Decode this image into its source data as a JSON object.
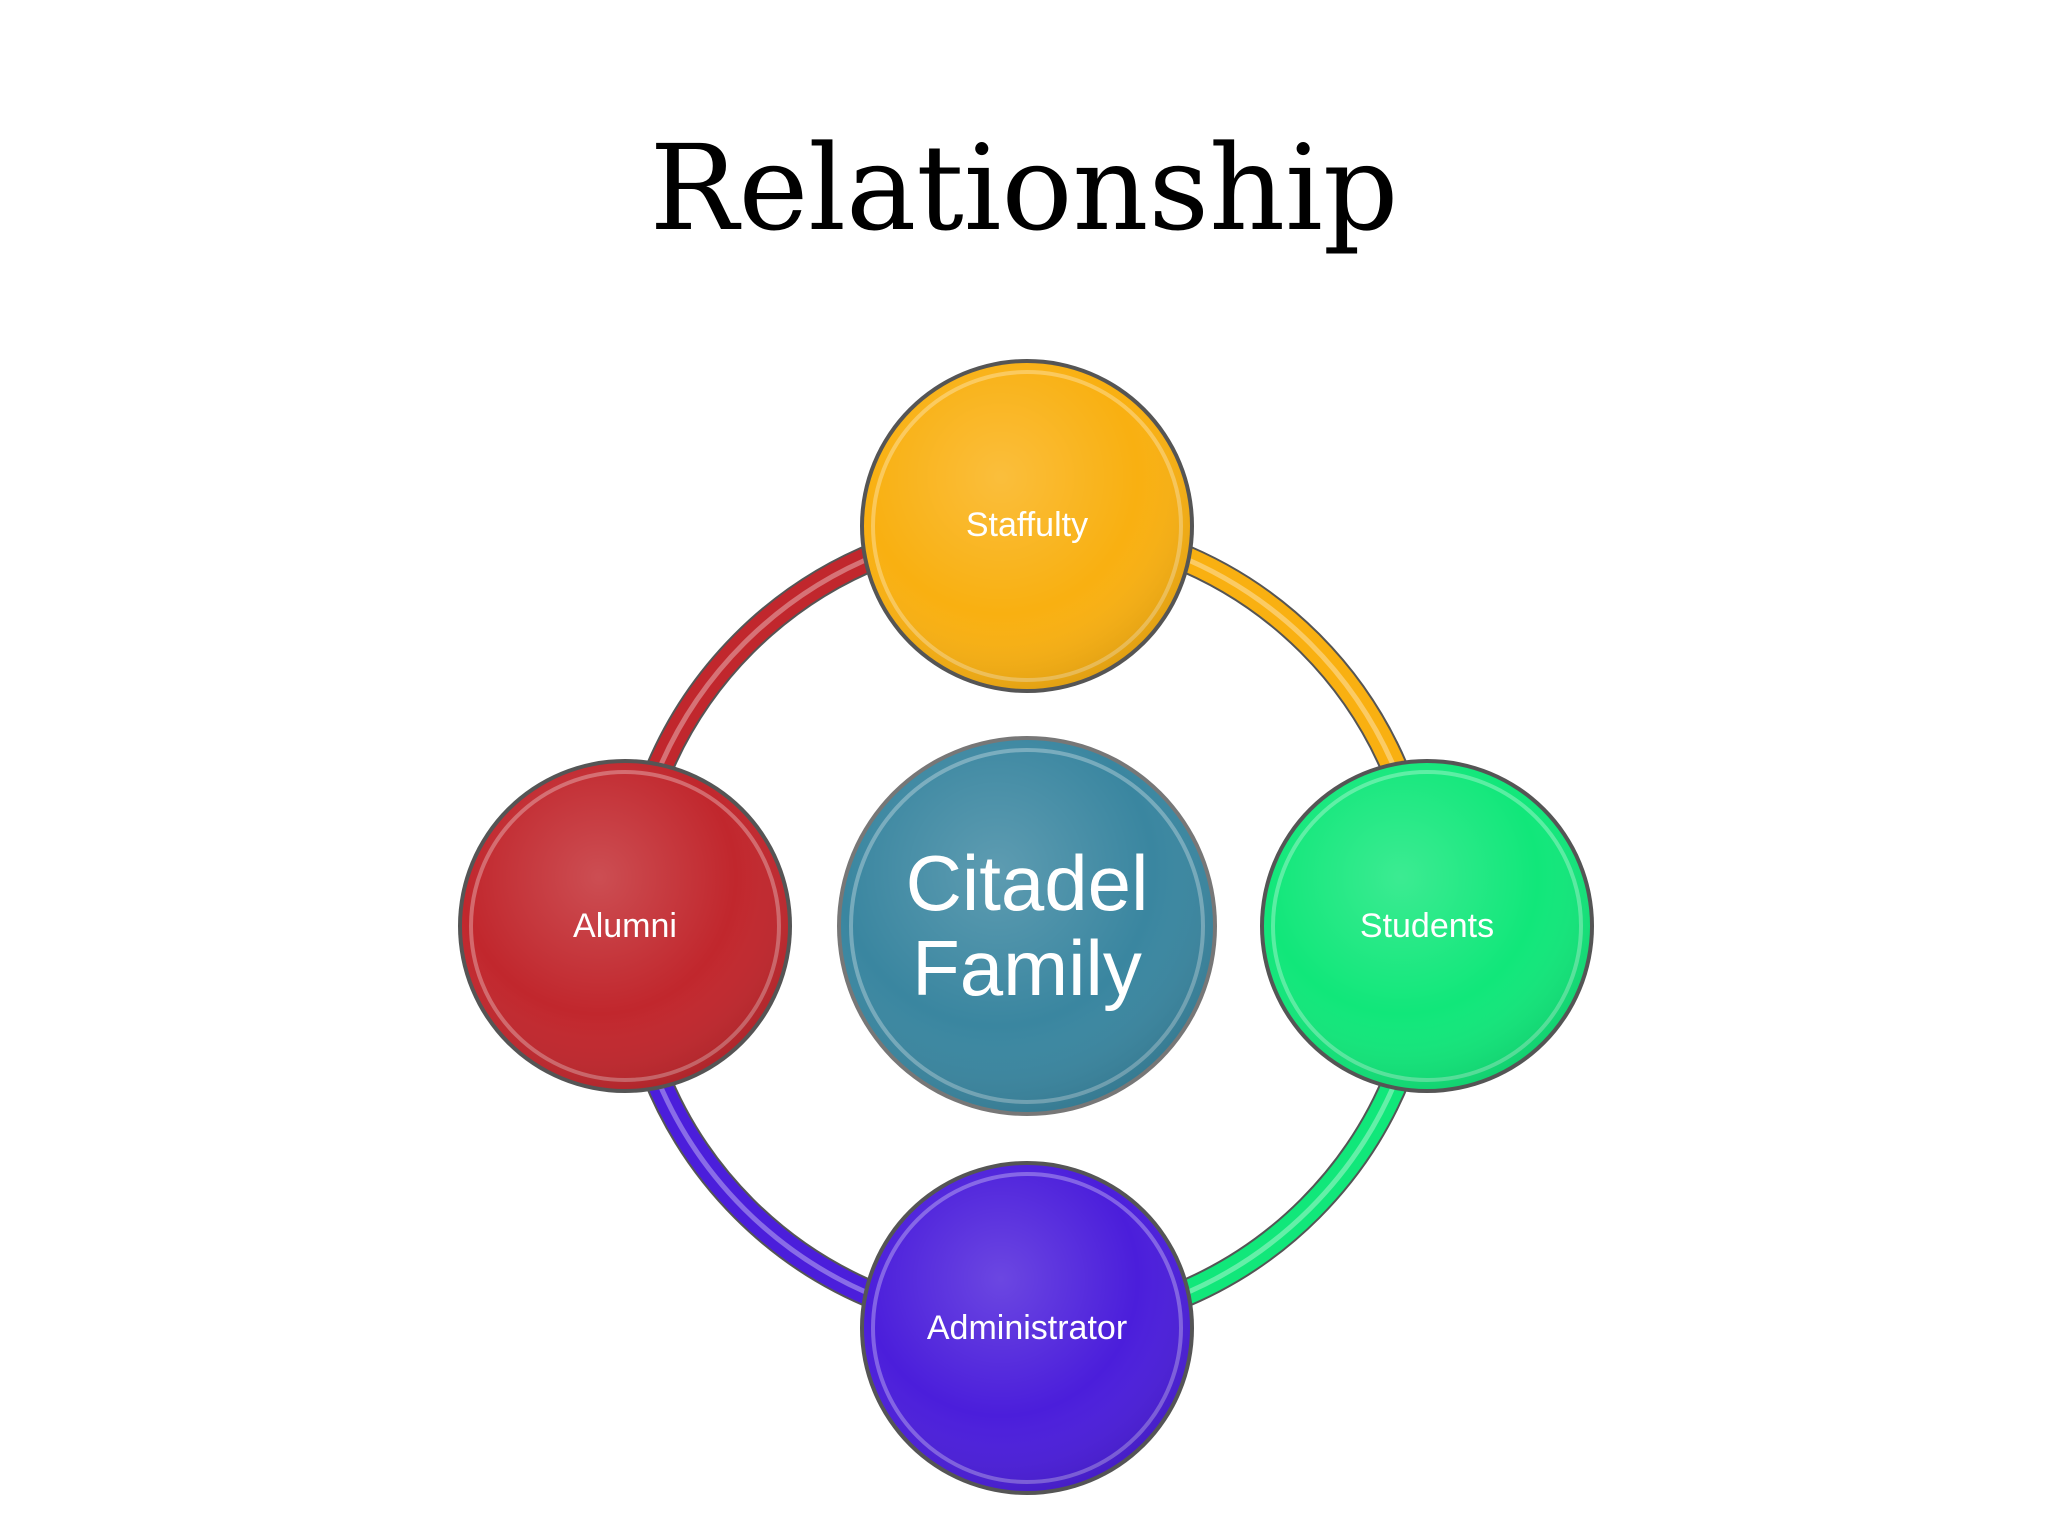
{
  "slide": {
    "title": "Relationship"
  },
  "diagram": {
    "center": {
      "line1": "Citadel",
      "line2": "Family",
      "color": "#3A86A0"
    },
    "nodes": [
      {
        "key": "top",
        "label": "Staffulty",
        "color": "#F9B011"
      },
      {
        "key": "right",
        "label": "Students",
        "color": "#11E77A"
      },
      {
        "key": "bottom",
        "label": "Administrator",
        "color": "#4B1EDB"
      },
      {
        "key": "left",
        "label": "Alumni",
        "color": "#C1272D"
      }
    ],
    "arcs": [
      {
        "from": "top",
        "to": "right",
        "color": "#F9B011"
      },
      {
        "from": "right",
        "to": "bottom",
        "color": "#11E77A"
      },
      {
        "from": "bottom",
        "to": "left",
        "color": "#4B1EDB"
      },
      {
        "from": "left",
        "to": "top",
        "color": "#C1272D"
      }
    ]
  }
}
